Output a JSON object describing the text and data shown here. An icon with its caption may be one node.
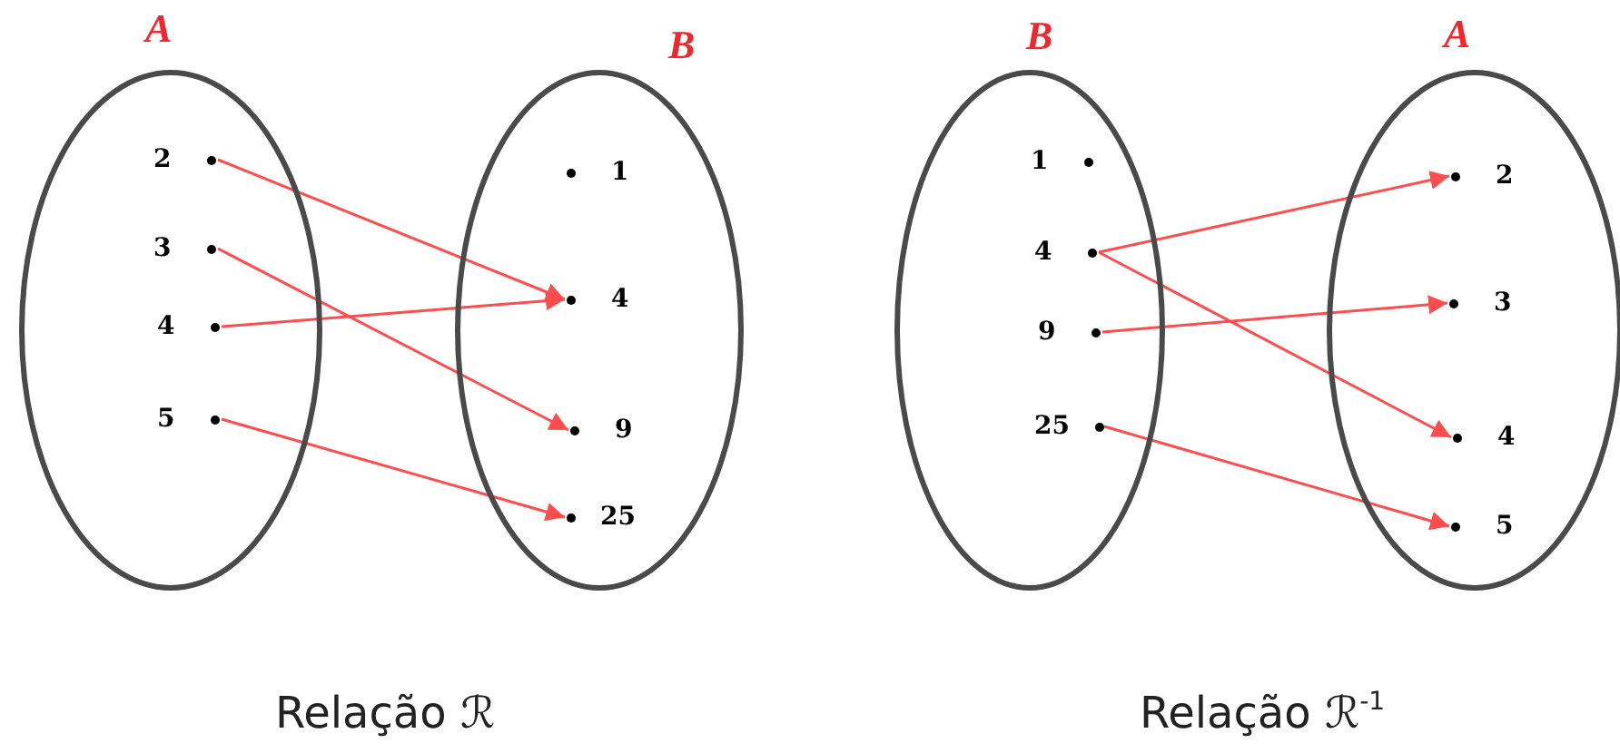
{
  "diagram": {
    "nodes": [
      {
        "text": [
          "A"
        ]
      },
      {
        "text": [
          "2"
        ],
        "in": 0
      },
      {
        "text": [
          "3"
        ],
        "in": 0
      },
      {
        "text": [
          "4"
        ],
        "in": 0
      },
      {
        "text": [
          "5"
        ],
        "in": 0
      },
      {
        "text": [
          "B"
        ]
      },
      {
        "text": [
          "1"
        ],
        "in": 5
      },
      {
        "text": [
          "4"
        ],
        "in": 5
      },
      {
        "text": [
          "9"
        ],
        "in": 5
      },
      {
        "text": [
          "25"
        ],
        "in": 5
      },
      {
        "text": [
          "B"
        ]
      },
      {
        "text": [
          "1"
        ],
        "in": 10
      },
      {
        "text": [
          "4"
        ],
        "in": 10
      },
      {
        "text": [
          "9"
        ],
        "in": 10
      },
      {
        "text": [
          "25"
        ],
        "in": 10
      },
      {
        "text": [
          "A"
        ]
      },
      {
        "text": [
          "2"
        ],
        "in": 15
      },
      {
        "text": [
          "3"
        ],
        "in": 15
      },
      {
        "text": [
          "4"
        ],
        "in": 15
      },
      {
        "text": [
          "5"
        ],
        "in": 15
      }
    ],
    "edges": [
      {
        "from": 1,
        "to": 7,
        "arrow": "to"
      },
      {
        "from": 2,
        "to": 8,
        "arrow": "to"
      },
      {
        "from": 3,
        "to": 7,
        "arrow": "to"
      },
      {
        "from": 4,
        "to": 9,
        "arrow": "to"
      },
      {
        "from": 12,
        "to": 16,
        "arrow": "to"
      },
      {
        "from": 12,
        "to": 18,
        "arrow": "to"
      },
      {
        "from": 13,
        "to": 17,
        "arrow": "to"
      },
      {
        "from": 14,
        "to": 19,
        "arrow": "to"
      }
    ],
    "labels": [
      "Relação ℛ",
      "Relação ℛ$^{-1}$"
    ]
  }
}
